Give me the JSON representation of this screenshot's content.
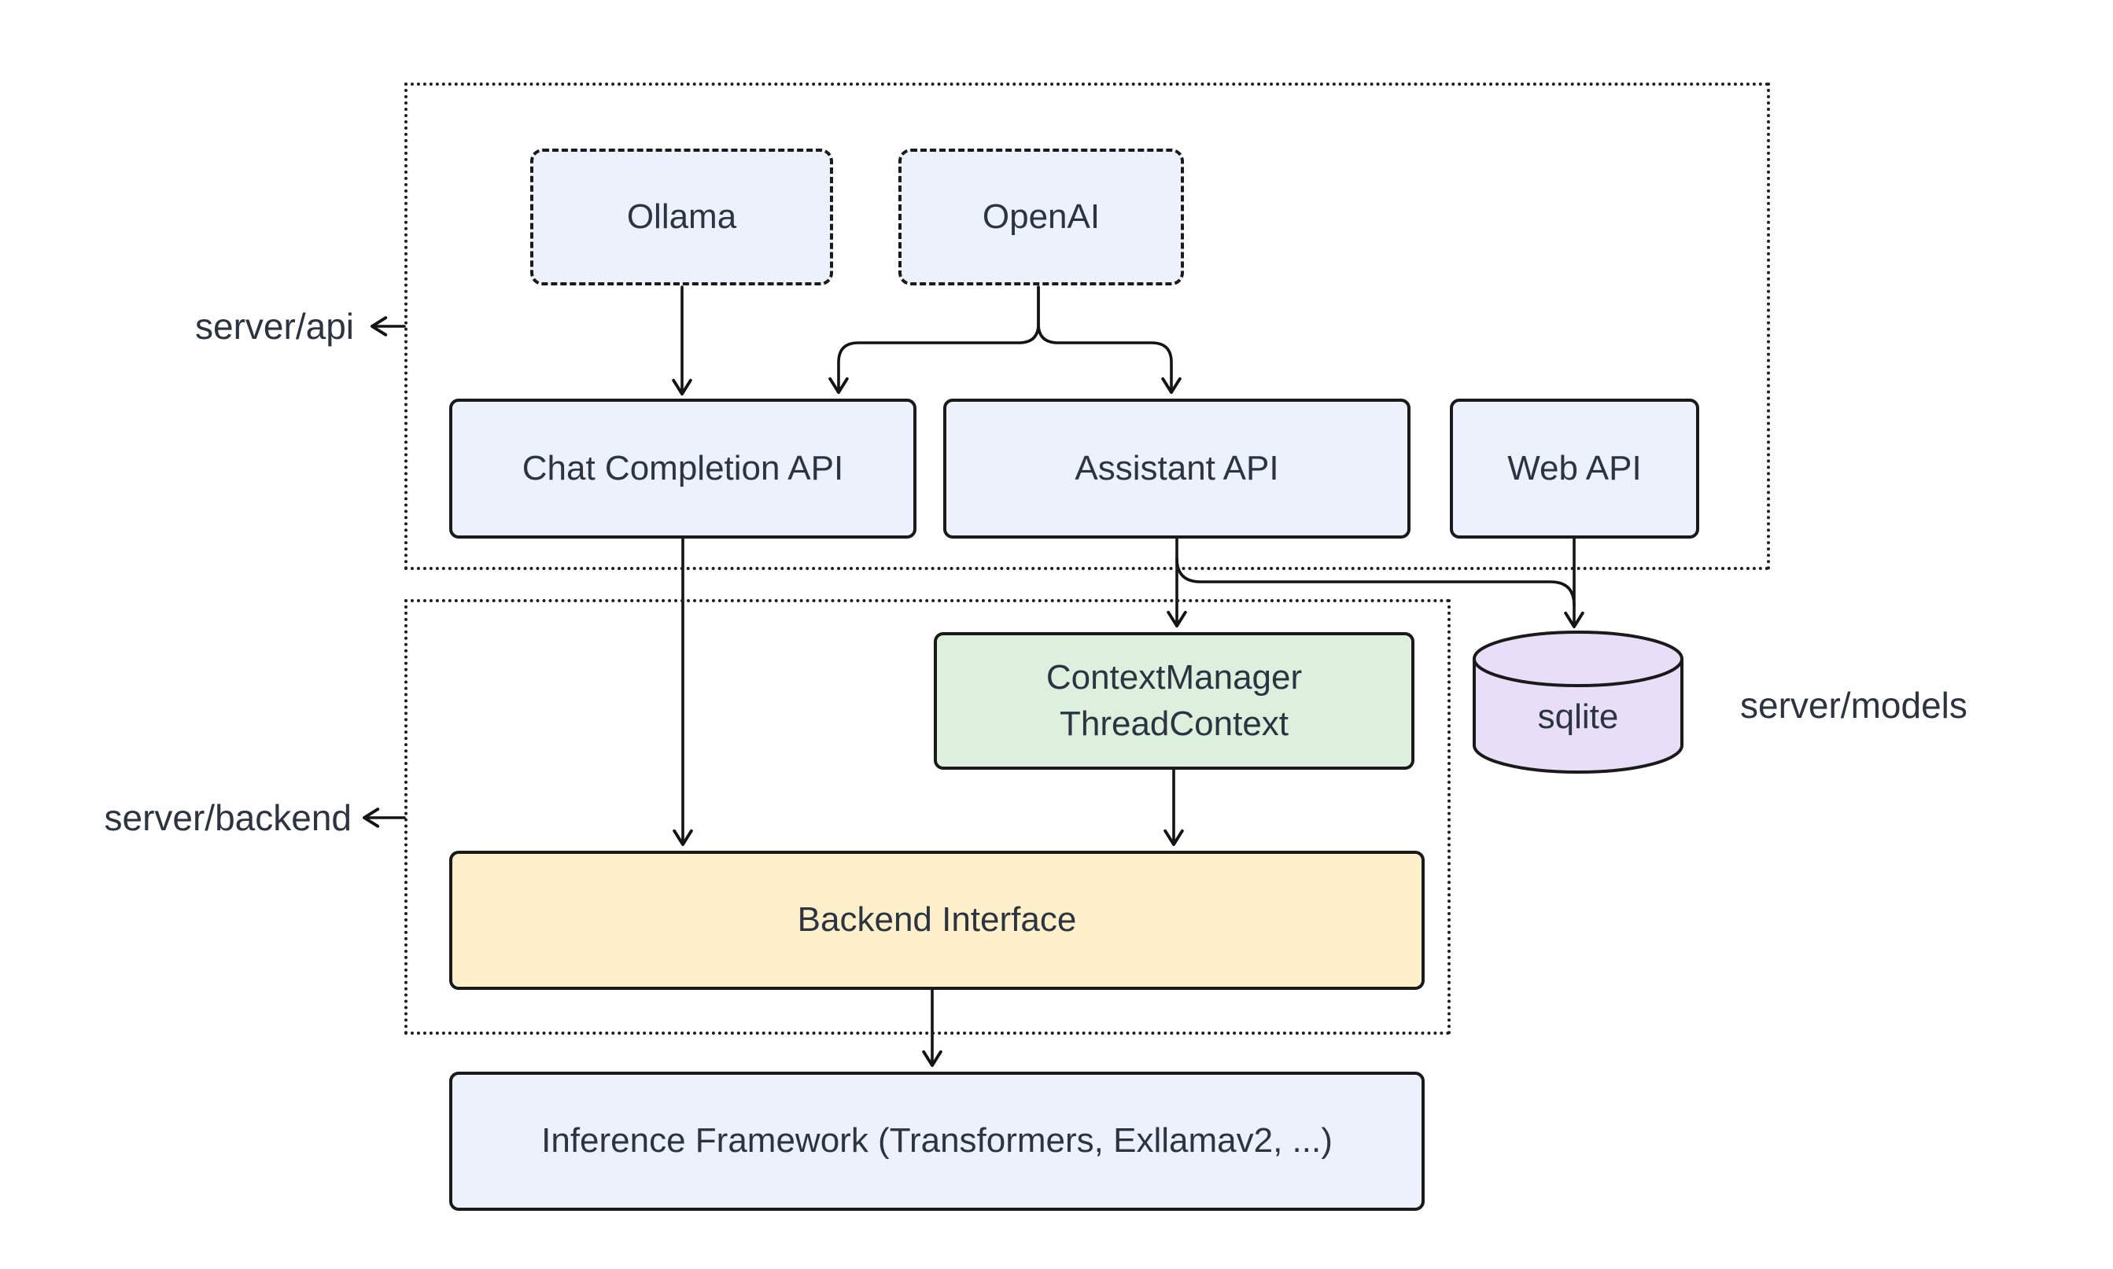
{
  "colors": {
    "node_blue": "#edf1fb",
    "node_green": "#ddf0de",
    "node_yellow": "#fdf0cb",
    "node_purple": "#e9def7",
    "stroke": "#1a1a1a",
    "edge": "#141414",
    "text": "#2b3440",
    "container_border": "#1f1f1f",
    "background": "#ffffff"
  },
  "containers": {
    "api": {
      "label": "server/api"
    },
    "backend": {
      "label": "server/backend"
    }
  },
  "external_labels": {
    "models": "server/models"
  },
  "nodes": {
    "ollama": {
      "label": "Ollama"
    },
    "openai": {
      "label": "OpenAI"
    },
    "chat_completion_api": {
      "label": "Chat Completion API"
    },
    "assistant_api": {
      "label": "Assistant API"
    },
    "web_api": {
      "label": "Web API"
    },
    "context_manager": {
      "line1": "ContextManager",
      "line2": "ThreadContext"
    },
    "sqlite": {
      "label": "sqlite"
    },
    "backend_interface": {
      "label": "Backend Interface"
    },
    "inference_framework": {
      "label": "Inference Framework (Transformers, Exllamav2, ...)"
    }
  },
  "edges": [
    {
      "from": "ollama",
      "to": "chat_completion_api"
    },
    {
      "from": "openai",
      "to": "chat_completion_api"
    },
    {
      "from": "openai",
      "to": "assistant_api"
    },
    {
      "from": "chat_completion_api",
      "to": "backend_interface"
    },
    {
      "from": "assistant_api",
      "to": "context_manager"
    },
    {
      "from": "assistant_api",
      "to": "sqlite"
    },
    {
      "from": "web_api",
      "to": "sqlite"
    },
    {
      "from": "context_manager",
      "to": "backend_interface"
    },
    {
      "from": "backend_interface",
      "to": "inference_framework"
    }
  ]
}
